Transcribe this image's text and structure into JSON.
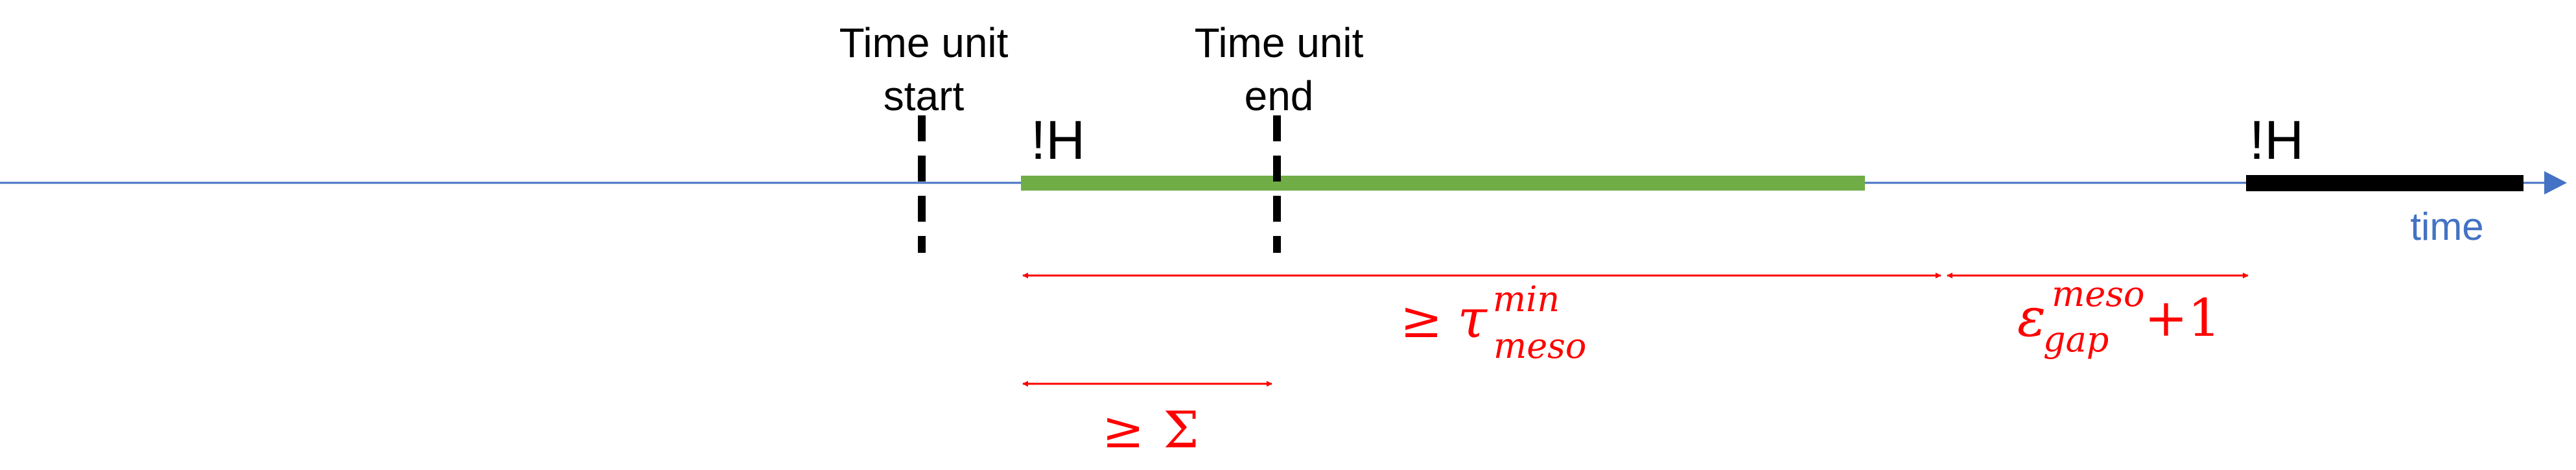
{
  "labels": {
    "time_unit_start_line1": "Time unit",
    "time_unit_start_line2": "start",
    "time_unit_end_line1": "Time unit",
    "time_unit_end_line2": "end",
    "not_h_first": "!H",
    "not_h_second": "!H",
    "time_axis": "time",
    "geq_symbol": "≥",
    "tau_symbol": "τ",
    "tau_superscript": "min",
    "tau_subscript": "meso",
    "sigma_symbol": "Σ",
    "epsilon_symbol": "ε",
    "epsilon_superscript": "meso",
    "epsilon_subscript": "gap",
    "epsilon_suffix": "+1"
  },
  "colors": {
    "timeline": "#4472c4",
    "green_interval": "#70ad47",
    "black_interval": "#000000",
    "annotation": "#ff0000",
    "time_label": "#4472c4"
  }
}
